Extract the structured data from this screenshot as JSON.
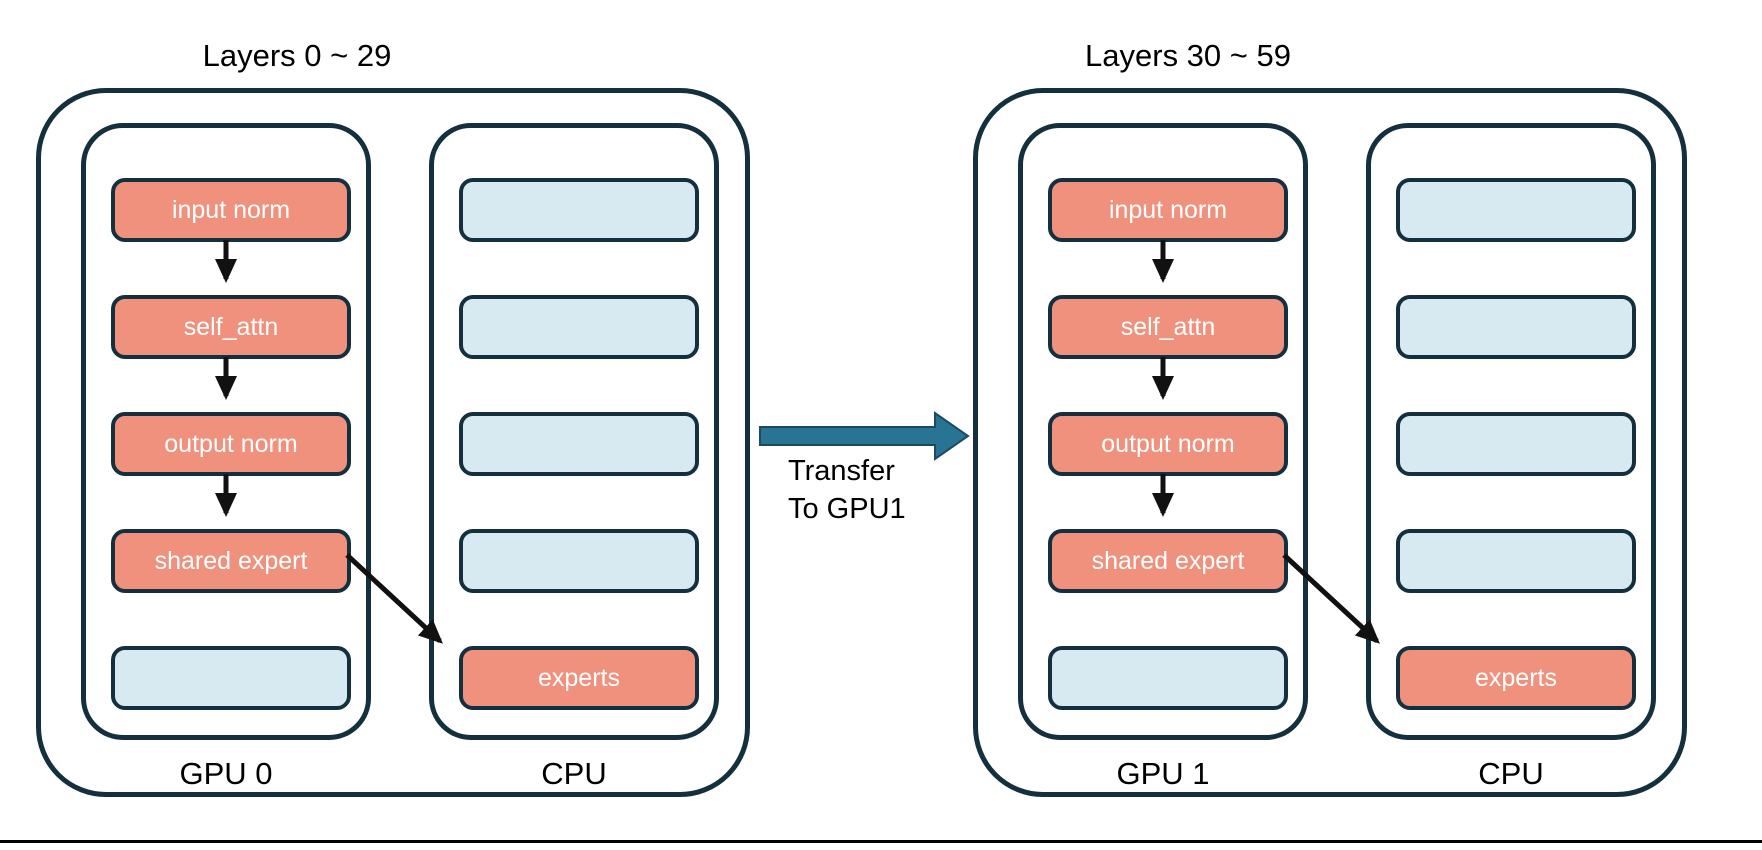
{
  "colors": {
    "module_fill": "#F0917E",
    "slot_fill": "#D8EAF1",
    "outline": "#14303E",
    "flow_arrow": "#111111",
    "transfer_arrow_fill": "#2A7493",
    "transfer_arrow_stroke": "#1B4B63",
    "text_on_module": "#FFFFFF",
    "text_default": "#000000"
  },
  "groups": [
    {
      "title": "Layers 0 ~ 29",
      "gpu": {
        "label": "GPU 0",
        "boxes": [
          "input norm",
          "self_attn",
          "output norm",
          "shared expert",
          ""
        ]
      },
      "cpu": {
        "label": "CPU",
        "boxes": [
          "",
          "",
          "",
          "",
          "experts"
        ]
      }
    },
    {
      "title": "Layers 30 ~ 59",
      "gpu": {
        "label": "GPU 1",
        "boxes": [
          "input norm",
          "self_attn",
          "output norm",
          "shared expert",
          ""
        ]
      },
      "cpu": {
        "label": "CPU",
        "boxes": [
          "",
          "",
          "",
          "",
          "experts"
        ]
      }
    }
  ],
  "transfer_label": {
    "line1": "Transfer",
    "line2": "To GPU1"
  }
}
